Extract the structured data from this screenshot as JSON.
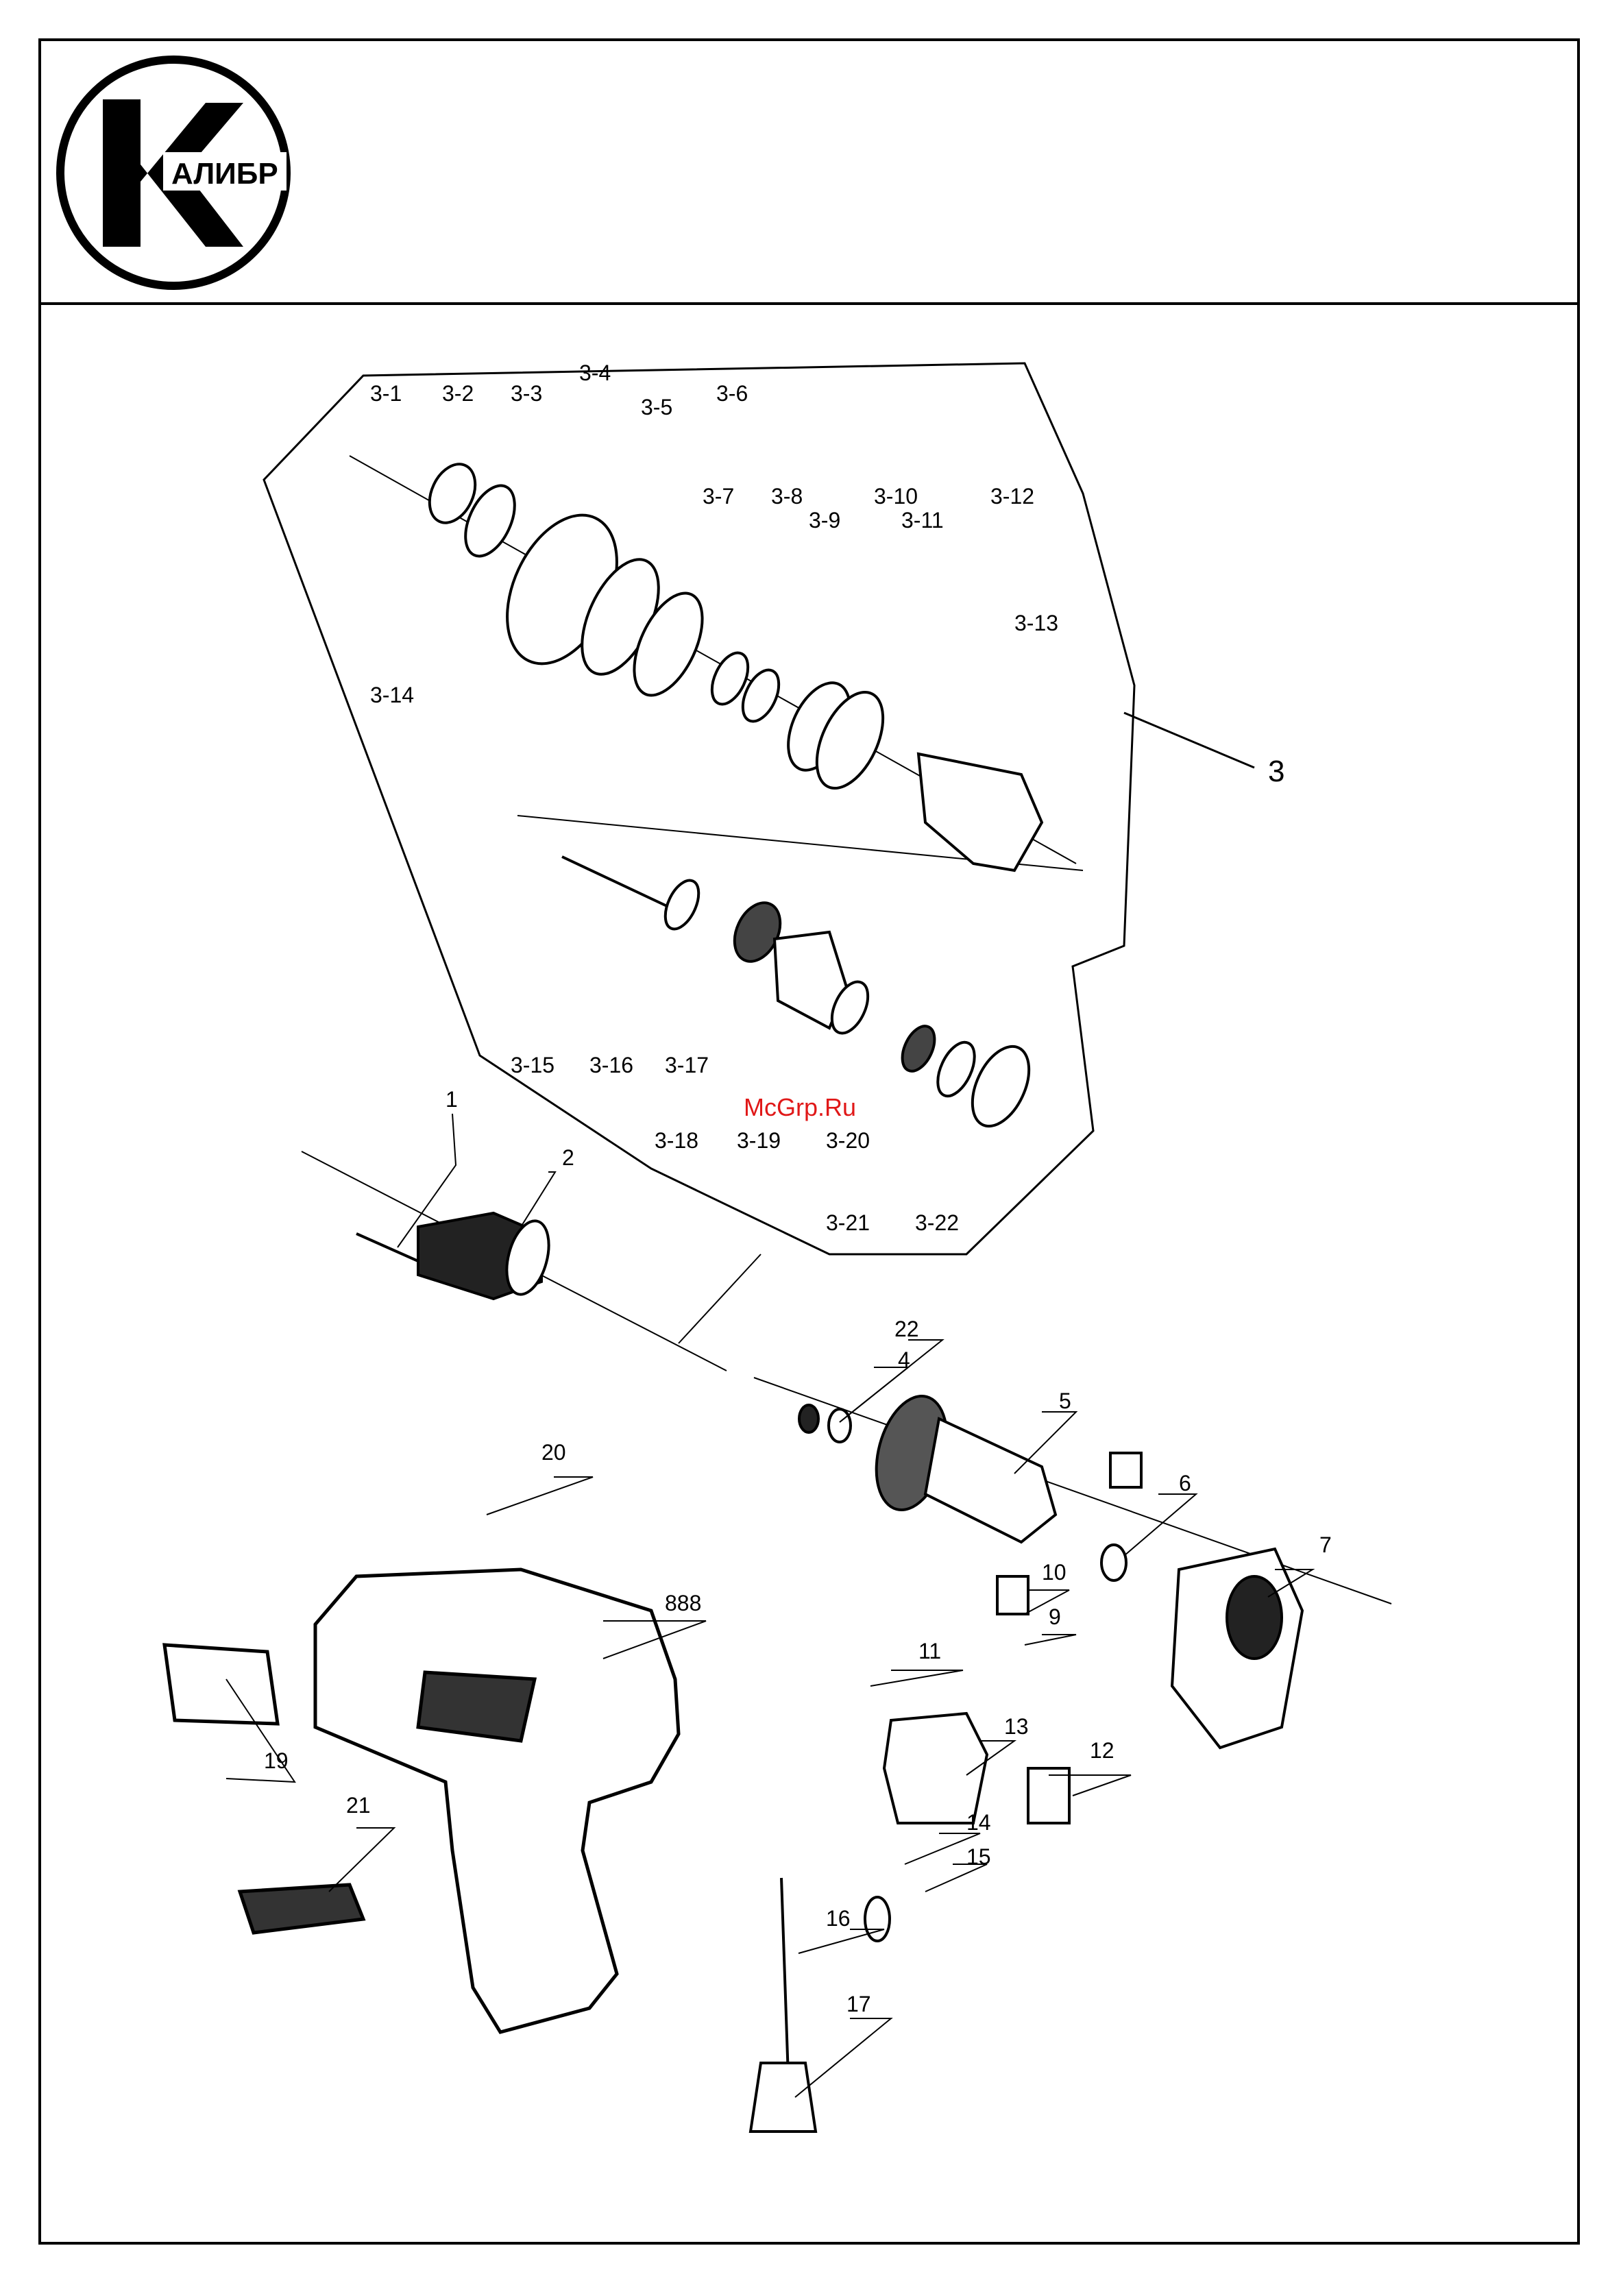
{
  "brand": {
    "logo_text": "АЛИБР",
    "logo_letter": "К"
  },
  "watermark": "McGrp.Ru",
  "callouts": {
    "3-1": "3-1",
    "3-2": "3-2",
    "3-3": "3-3",
    "3-4": "3-4",
    "3-5": "3-5",
    "3-6": "3-6",
    "3-7": "3-7",
    "3-8": "3-8",
    "3-9": "3-9",
    "3-10": "3-10",
    "3-11": "3-11",
    "3-12": "3-12",
    "3-13": "3-13",
    "3-14": "3-14",
    "3-15": "3-15",
    "3-16": "3-16",
    "3-17": "3-17",
    "3-18": "3-18",
    "3-19": "3-19",
    "3-20": "3-20",
    "3-21": "3-21",
    "3-22": "3-22",
    "p1": "1",
    "p2": "2",
    "p3": "3",
    "p4": "4",
    "p5": "5",
    "p6": "6",
    "p7": "7",
    "p9": "9",
    "p10": "10",
    "p11": "11",
    "p12": "12",
    "p13": "13",
    "p14": "14",
    "p15": "15",
    "p16": "16",
    "p17": "17",
    "p19": "19",
    "p20": "20",
    "p21": "21",
    "p22": "22",
    "p888": "888"
  }
}
